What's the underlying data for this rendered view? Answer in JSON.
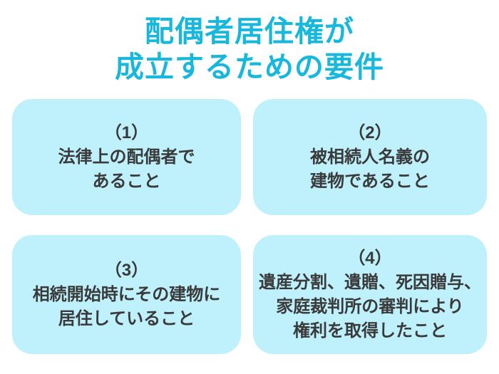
{
  "title": {
    "lines": [
      "配偶者居住権が",
      "成立するための要件"
    ]
  },
  "cards": [
    {
      "number": "（1）",
      "lines": [
        "法律上の配偶者で",
        "あること"
      ]
    },
    {
      "number": "（2）",
      "lines": [
        "被相続人名義の",
        "建物であること"
      ]
    },
    {
      "number": "（3）",
      "lines": [
        "相続開始時にその建物に",
        "居住していること"
      ]
    },
    {
      "number": "（4）",
      "lines": [
        "遺産分割、遺贈、死因贈与、",
        "家庭裁判所の審判により",
        "権利を取得したこと"
      ]
    }
  ],
  "colors": {
    "page_background": "#ffffff",
    "title_color": "#17b8dc",
    "card_background": "#bff1fc",
    "body_text": "#3a3a3a"
  }
}
